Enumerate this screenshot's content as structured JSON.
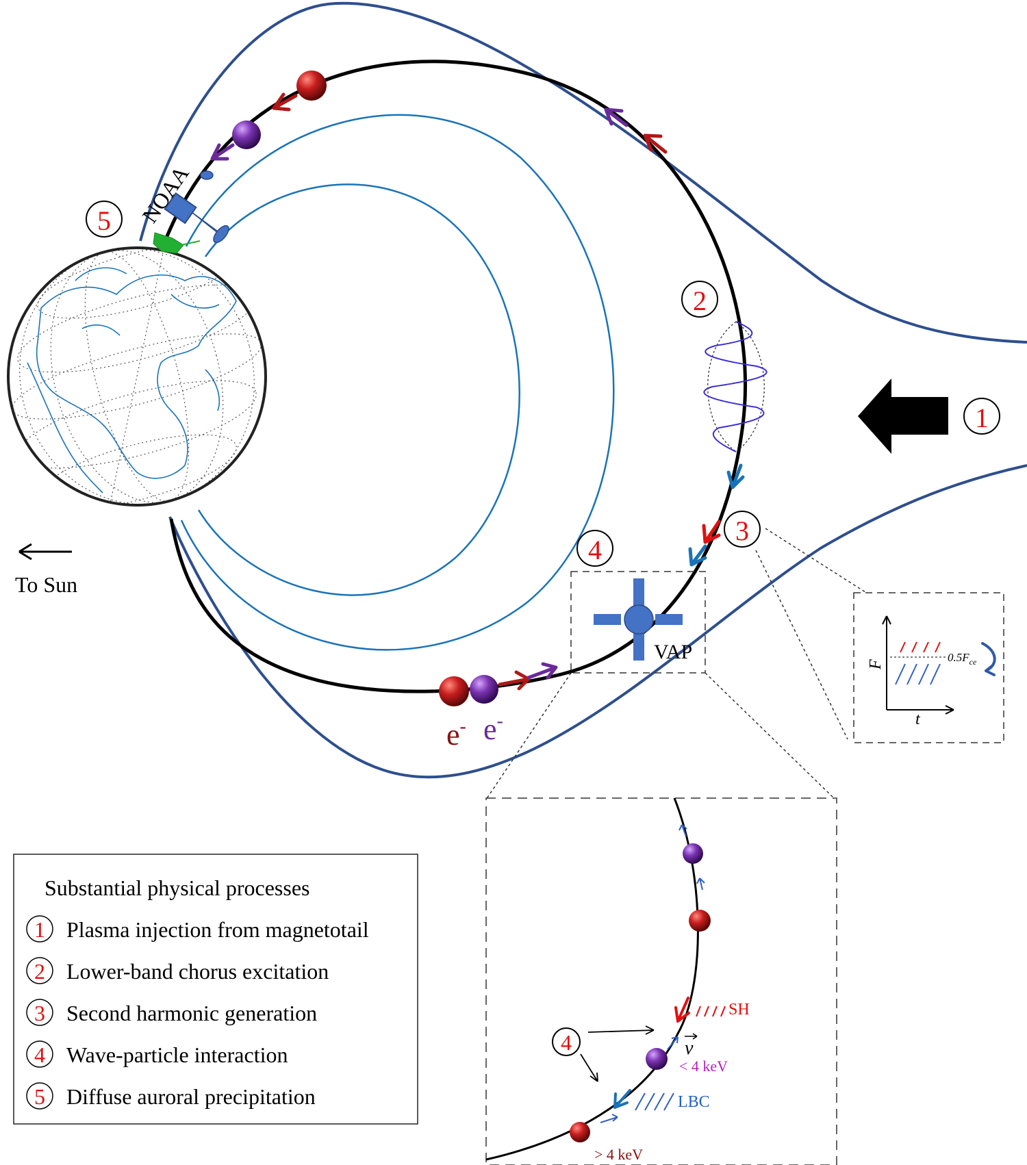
{
  "labels": {
    "to_sun": "To Sun",
    "noaa": "NOAA",
    "vap": "VAP",
    "electron": "e",
    "electron_sup": "-",
    "f_axis": "F",
    "t_axis": "t",
    "half_fce_main": "0.5F",
    "half_fce_sub": "ce",
    "sh": "SH",
    "lbc": "LBC",
    "v": "v",
    "below_4kev": "< 4 keV",
    "above_4kev": "> 4 keV"
  },
  "markers": {
    "m1": "1",
    "m2": "2",
    "m3": "3",
    "m4": "4",
    "m5": "5"
  },
  "legend": {
    "title": "Substantial physical processes",
    "items": [
      {
        "num": "1",
        "text": "Plasma injection from magnetotail"
      },
      {
        "num": "2",
        "text": "Lower-band chorus excitation"
      },
      {
        "num": "3",
        "text": "Second harmonic generation"
      },
      {
        "num": "4",
        "text": "Wave-particle interaction"
      },
      {
        "num": "5",
        "text": "Diffuse auroral precipitation"
      }
    ]
  },
  "colors": {
    "magnetopause": "#2e4f8e",
    "field_line": "#1a73b8",
    "sh_red": "#e01010",
    "lbc_blue": "#2060c0",
    "electron_red": "#b01818",
    "electron_purple": "#6a2a9a",
    "spacecraft": "#4472c4",
    "aurora_green": "#22b033"
  }
}
